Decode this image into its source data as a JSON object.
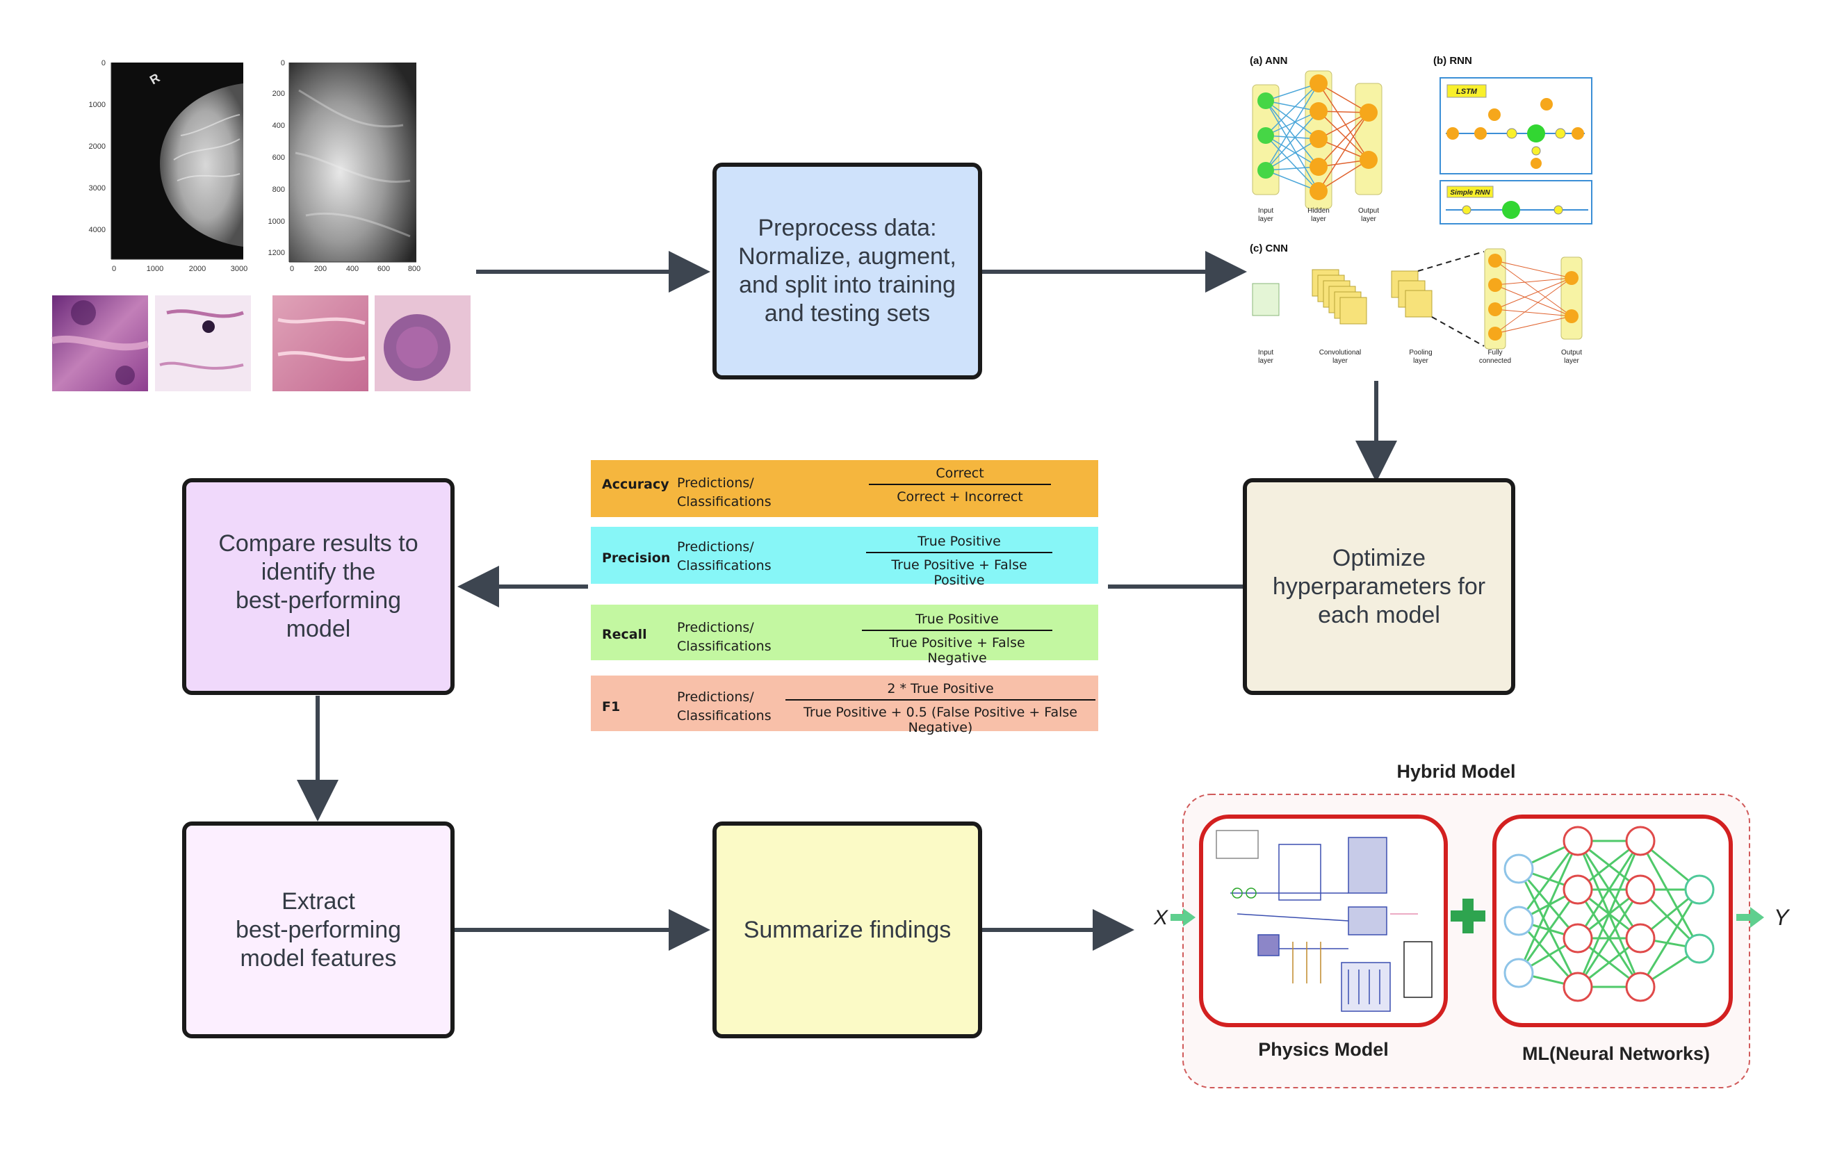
{
  "steps": {
    "preprocess": [
      "Preprocess data:",
      "Normalize, augment,",
      "and split into training",
      "and testing sets"
    ],
    "optimize": [
      "Optimize",
      "hyperparameters for",
      "each model"
    ],
    "compare": [
      "Compare results to",
      "identify the",
      "best-performing",
      "model"
    ],
    "extract": [
      "Extract",
      "best-performing",
      "model features"
    ],
    "summarize": [
      "Summarize findings"
    ]
  },
  "colors": {
    "preprocess": "#cfe2fb",
    "optimize": "#f4efdf",
    "compare": "#f0d9fb",
    "extract": "#fcefff",
    "summarize": "#fbfac6",
    "arrow": "#3d4550"
  },
  "metrics": [
    {
      "name": "Accuracy",
      "label": [
        "Predictions/",
        "Classifications"
      ],
      "numerator": "Correct",
      "denominator": "Correct + Incorrect",
      "color": "#f5b63e"
    },
    {
      "name": "Precision",
      "label": [
        "Predictions/",
        "Classifications"
      ],
      "numerator": "True Positive",
      "denominator": "True Positive + False Positive",
      "color": "#87f6f7"
    },
    {
      "name": "Recall",
      "label": [
        "Predictions/",
        "Classifications"
      ],
      "numerator": "True Positive",
      "denominator": "True Positive + False Negative",
      "color": "#c3f7a1"
    },
    {
      "name": "F1",
      "label": [
        "Predictions/",
        "Classifications"
      ],
      "numerator": "2 * True Positive",
      "denominator": "True Positive + 0.5 (False Positive + False Negative)",
      "color": "#f8c0a9"
    }
  ],
  "mammogram_axes": {
    "left_y": [
      "0",
      "1000",
      "2000",
      "3000",
      "4000"
    ],
    "left_x": [
      "0",
      "1000",
      "2000",
      "3000"
    ],
    "right_y": [
      "0",
      "200",
      "400",
      "600",
      "800",
      "1000",
      "1200"
    ],
    "right_x": [
      "0",
      "200",
      "400",
      "600",
      "800"
    ]
  },
  "nn_panel": {
    "ann_title": "(a) ANN",
    "rnn_title": "(b) RNN",
    "cnn_title": "(c) CNN",
    "lstm_label": "LSTM",
    "simple_rnn_label": "Simple RNN",
    "ann_layers": [
      [
        "Input",
        "layer"
      ],
      [
        "Hidden",
        "layer"
      ],
      [
        "Output",
        "layer"
      ]
    ],
    "cnn_layers": [
      [
        "Input",
        "layer"
      ],
      [
        "Convolutional",
        "layer"
      ],
      [
        "Pooling",
        "layer"
      ],
      [
        "Fully",
        "connected"
      ],
      [
        "Output",
        "layer"
      ]
    ]
  },
  "hybrid": {
    "title": "Hybrid Model",
    "physics_label": "Physics Model",
    "ml_label": "ML(Neural Networks)",
    "input": "X",
    "output": "Y"
  }
}
